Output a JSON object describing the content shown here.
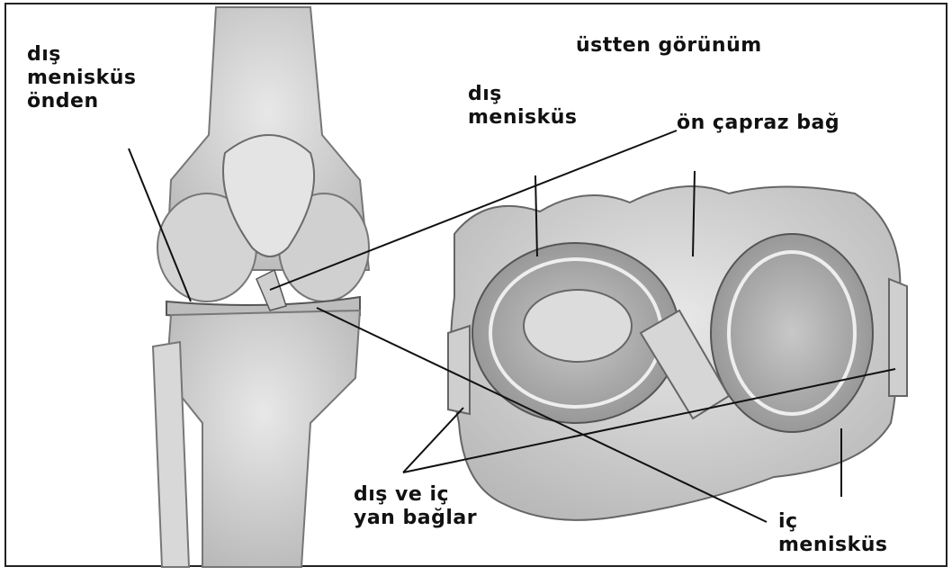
{
  "labels": {
    "front_view_outer_meniscus": [
      "dış",
      "menisküs",
      "önden"
    ],
    "top_view_title": "üstten görünüm",
    "outer_meniscus": [
      "dış",
      "menisküs"
    ],
    "anterior_cruciate_ligament": "ön çapraz bağ",
    "collateral_ligaments": [
      "dış ve iç",
      "yan bağlar"
    ],
    "inner_meniscus": [
      "iç",
      "menisküs"
    ]
  }
}
